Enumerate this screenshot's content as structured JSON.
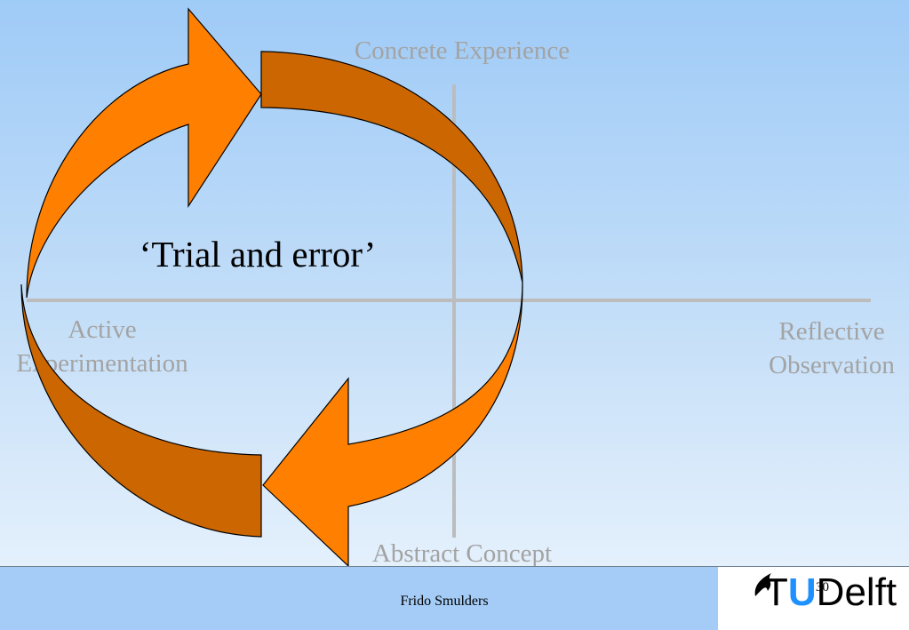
{
  "diagram": {
    "top_label": "Concrete Experience",
    "bottom_label": "Abstract Concept",
    "left_label": "Active\nExperimentation",
    "right_label": "Reflective\nObservation",
    "center_label": "‘Trial and error’",
    "colors": {
      "arrow_light": "#ff8000",
      "arrow_dark": "#cc6600",
      "axis": "#bcbcbc",
      "axis_text": "#a3a3a3"
    }
  },
  "footer": {
    "author": "Frido Smulders",
    "page_number": "30",
    "logo_t": "T",
    "logo_u": "U",
    "logo_rest": "Delft"
  }
}
